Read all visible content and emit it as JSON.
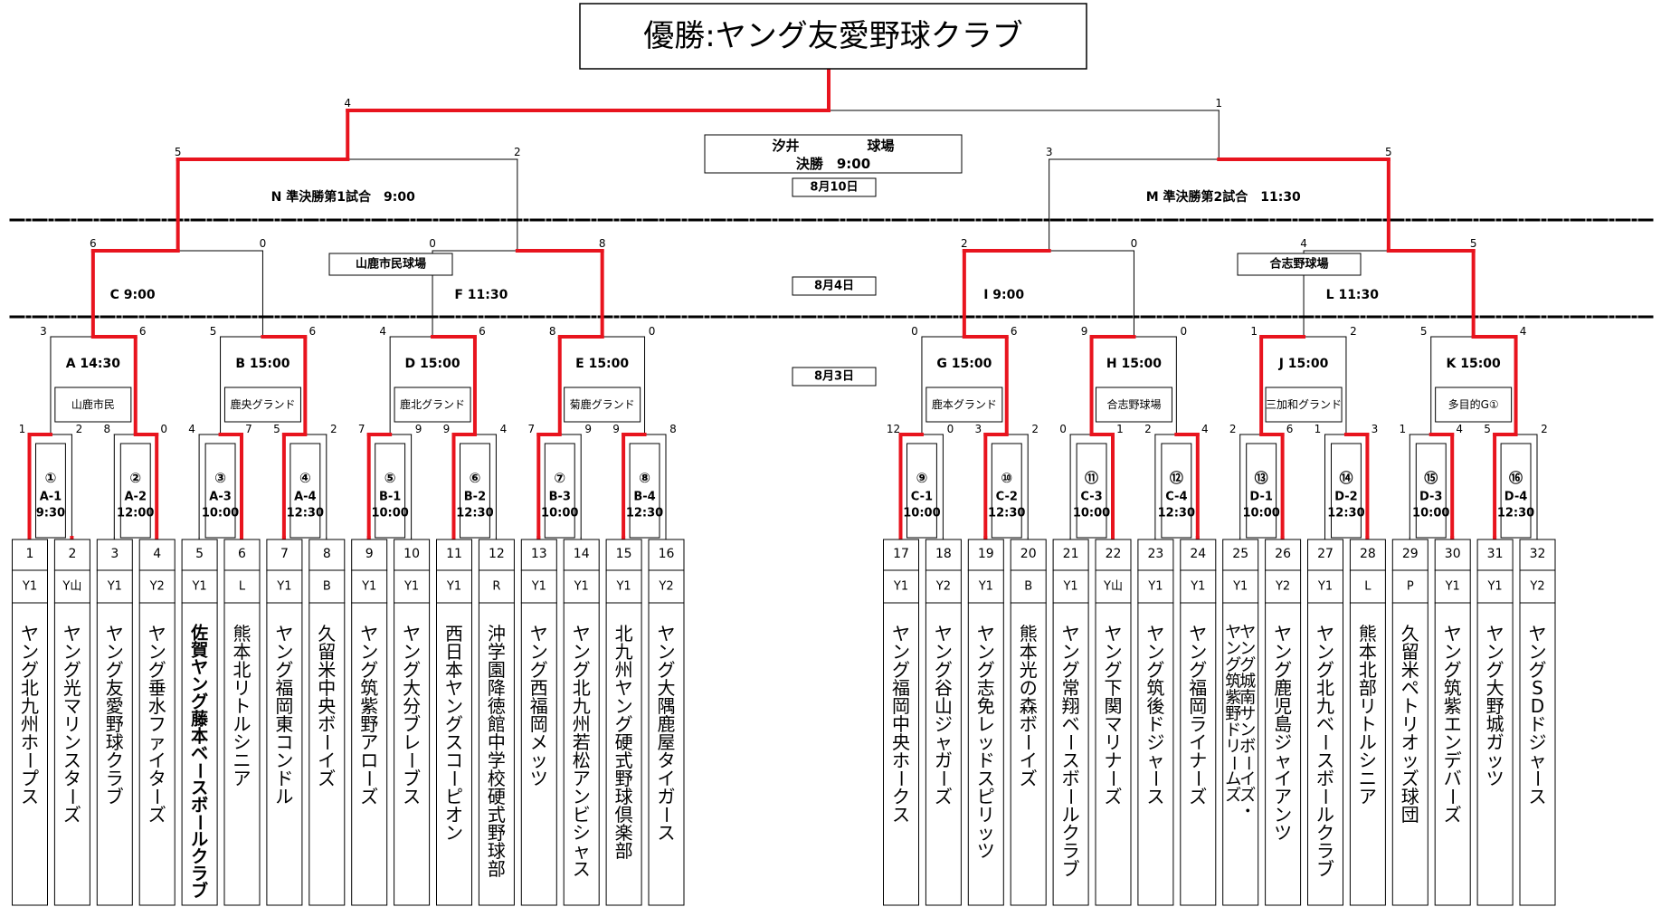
{
  "champion": "優勝:ヤング友愛野球クラブ",
  "venue_final": {
    "name": "汐井　　　　　球場",
    "final": "決勝　9:00"
  },
  "dates": [
    "8月10日",
    "8月4日",
    "8月3日"
  ],
  "semifinals": [
    {
      "label": "N 準決勝第1試合　9:00"
    },
    {
      "label": "M 準決勝第2試合　11:30"
    }
  ],
  "quarter_venues": [
    "山鹿市民球場",
    "合志野球場"
  ],
  "quarterfinals": [
    {
      "label": "C 9:00"
    },
    {
      "label": "F 11:30"
    },
    {
      "label": "I 9:00"
    },
    {
      "label": "L 11:30"
    }
  ],
  "round2": [
    {
      "label": "A 14:30",
      "venue": "山鹿市民"
    },
    {
      "label": "B 15:00",
      "venue": "鹿央グランド"
    },
    {
      "label": "D 15:00",
      "venue": "鹿北グランド"
    },
    {
      "label": "E 15:00",
      "venue": "菊鹿グランド"
    },
    {
      "label": "G 15:00",
      "venue": "鹿本グランド"
    },
    {
      "label": "H 15:00",
      "venue": "合志野球場"
    },
    {
      "label": "J 15:00",
      "venue": "三加和グランド"
    },
    {
      "label": "K 15:00",
      "venue": "多目的G①"
    }
  ],
  "first_round": [
    {
      "num": "①",
      "code": "A-1",
      "time": "9:30"
    },
    {
      "num": "②",
      "code": "A-2",
      "time": "12:00"
    },
    {
      "num": "③",
      "code": "A-3",
      "time": "10:00"
    },
    {
      "num": "④",
      "code": "A-4",
      "time": "12:30"
    },
    {
      "num": "⑤",
      "code": "B-1",
      "time": "10:00"
    },
    {
      "num": "⑥",
      "code": "B-2",
      "time": "12:30"
    },
    {
      "num": "⑦",
      "code": "B-3",
      "time": "10:00"
    },
    {
      "num": "⑧",
      "code": "B-4",
      "time": "12:30"
    },
    {
      "num": "⑨",
      "code": "C-1",
      "time": "10:00"
    },
    {
      "num": "⑩",
      "code": "C-2",
      "time": "12:30"
    },
    {
      "num": "⑪",
      "code": "C-3",
      "time": "10:00"
    },
    {
      "num": "⑫",
      "code": "C-4",
      "time": "12:30"
    },
    {
      "num": "⑬",
      "code": "D-1",
      "time": "10:00"
    },
    {
      "num": "⑭",
      "code": "D-2",
      "time": "12:30"
    },
    {
      "num": "⑮",
      "code": "D-3",
      "time": "10:00"
    },
    {
      "num": "⑯",
      "code": "D-4",
      "time": "12:30"
    }
  ],
  "scores": {
    "final": [
      "4",
      "1"
    ],
    "semis": [
      [
        "5",
        "2"
      ],
      [
        "3",
        "5"
      ]
    ],
    "quarters": [
      [
        "6",
        "0"
      ],
      [
        "0",
        "8"
      ],
      [
        "2",
        "0"
      ],
      [
        "4",
        "5"
      ]
    ],
    "round2": [
      [
        "3",
        "6"
      ],
      [
        "5",
        "6"
      ],
      [
        "4",
        "6"
      ],
      [
        "8",
        "0"
      ],
      [
        "0",
        "6"
      ],
      [
        "9",
        "0"
      ],
      [
        "1",
        "2"
      ],
      [
        "5",
        "4"
      ]
    ],
    "round1": [
      [
        "1",
        "2"
      ],
      [
        "8",
        "0"
      ],
      [
        "4",
        "7"
      ],
      [
        "5",
        "2"
      ],
      [
        "7",
        "9"
      ],
      [
        "9",
        "4"
      ],
      [
        "7",
        "9"
      ],
      [
        "9",
        "8"
      ],
      [
        "12",
        "0"
      ],
      [
        "3",
        "2"
      ],
      [
        "0",
        "1"
      ],
      [
        "2",
        "4"
      ],
      [
        "2",
        "6"
      ],
      [
        "1",
        "3"
      ],
      [
        "1",
        "4"
      ],
      [
        "5",
        "2"
      ]
    ]
  },
  "teams": [
    {
      "num": "1",
      "league": "Y1",
      "name": "ヤング北九州ホープス"
    },
    {
      "num": "2",
      "league": "Y山",
      "name": "ヤング光マリンスターズ"
    },
    {
      "num": "3",
      "league": "Y1",
      "name": "ヤング友愛野球クラブ"
    },
    {
      "num": "4",
      "league": "Y2",
      "name": "ヤング垂水ファイターズ"
    },
    {
      "num": "5",
      "league": "Y1",
      "name": "佐賀ヤング藤本ベースボールクラブ"
    },
    {
      "num": "6",
      "league": "L",
      "name": "熊本北リトルシニア"
    },
    {
      "num": "7",
      "league": "Y1",
      "name": "ヤング福岡東コンドル"
    },
    {
      "num": "8",
      "league": "B",
      "name": "久留米中央ボーイズ"
    },
    {
      "num": "9",
      "league": "Y1",
      "name": "ヤング筑紫野アローズ"
    },
    {
      "num": "10",
      "league": "Y1",
      "name": "ヤング大分ブレーブス"
    },
    {
      "num": "11",
      "league": "Y1",
      "name": "西日本ヤングスコーピオン"
    },
    {
      "num": "12",
      "league": "R",
      "name": "沖学園降徳館中学校硬式野球部"
    },
    {
      "num": "13",
      "league": "Y1",
      "name": "ヤング西福岡メッツ"
    },
    {
      "num": "14",
      "league": "Y1",
      "name": "ヤング北九州若松アンビシャス"
    },
    {
      "num": "15",
      "league": "Y1",
      "name": "北九州ヤング硬式野球倶楽部"
    },
    {
      "num": "16",
      "league": "Y2",
      "name": "ヤング大隅鹿屋タイガース"
    },
    {
      "num": "17",
      "league": "Y1",
      "name": "ヤング福岡中央ホークス"
    },
    {
      "num": "18",
      "league": "Y2",
      "name": "ヤング谷山ジャガーズ"
    },
    {
      "num": "19",
      "league": "Y1",
      "name": "ヤング志免レッドスピリッツ"
    },
    {
      "num": "20",
      "league": "B",
      "name": "熊本光の森ボーイズ"
    },
    {
      "num": "21",
      "league": "Y1",
      "name": "ヤング常翔ベースボールクラブ"
    },
    {
      "num": "22",
      "league": "Y山",
      "name": "ヤング下関マリナーズ"
    },
    {
      "num": "23",
      "league": "Y1",
      "name": "ヤング筑後ドジャース"
    },
    {
      "num": "24",
      "league": "Y1",
      "name": "ヤング福岡ライナーズ"
    },
    {
      "num": "25",
      "league": "Y1",
      "name": "ヤング城南サンボーイズ・ヤング筑紫野ドリームズ"
    },
    {
      "num": "26",
      "league": "Y2",
      "name": "ヤング鹿児島ジャイアンツ"
    },
    {
      "num": "27",
      "league": "Y1",
      "name": "ヤング北九ベースボールクラブ"
    },
    {
      "num": "28",
      "league": "L",
      "name": "熊本北部リトルシニア"
    },
    {
      "num": "29",
      "league": "P",
      "name": "久留米ペトリオッズ球団"
    },
    {
      "num": "30",
      "league": "Y1",
      "name": "ヤング筑紫エンデバーズ"
    },
    {
      "num": "31",
      "league": "Y1",
      "name": "ヤング大野城ガッツ"
    },
    {
      "num": "32",
      "league": "Y2",
      "name": "ヤングSDドジャース"
    }
  ],
  "winners": {
    "r1": [
      1,
      2,
      6,
      7,
      9,
      11,
      13,
      15,
      17,
      19,
      22,
      24,
      26,
      28,
      30,
      31
    ],
    "r2": [
      1,
      3,
      5,
      6,
      9,
      10,
      14,
      15
    ],
    "qf": [
      0,
      3,
      4,
      7
    ],
    "sf": [
      0,
      3
    ],
    "final": 0
  },
  "colors": {
    "win": "#e8141e",
    "line": "#000000",
    "champion_text": "#e8141e"
  }
}
